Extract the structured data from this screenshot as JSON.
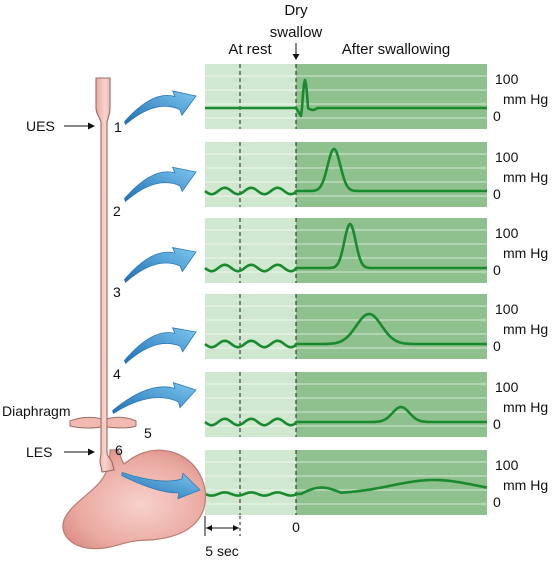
{
  "header": {
    "dry_swallow_line1": "Dry",
    "dry_swallow_line2": "swallow",
    "at_rest": "At rest",
    "after_swallowing": "After swallowing"
  },
  "anatomy": {
    "ues": "UES",
    "diaphragm": "Diaphragm",
    "les": "LES",
    "site_numbers": [
      "1",
      "2",
      "3",
      "4",
      "5",
      "6"
    ]
  },
  "axis": {
    "pressure_top": "100",
    "pressure_unit": "mm Hg",
    "pressure_zero": "0",
    "time_zero": "0",
    "time_scale": "5 sec"
  },
  "colors": {
    "rest_bg": "#cfe8cf",
    "after_bg": "#8fc18f",
    "trace": "#1a8a2e",
    "esophagus": "#f4c4bd",
    "esophagus_outline": "#9a6b66",
    "arrow": "#5aaee0"
  }
}
